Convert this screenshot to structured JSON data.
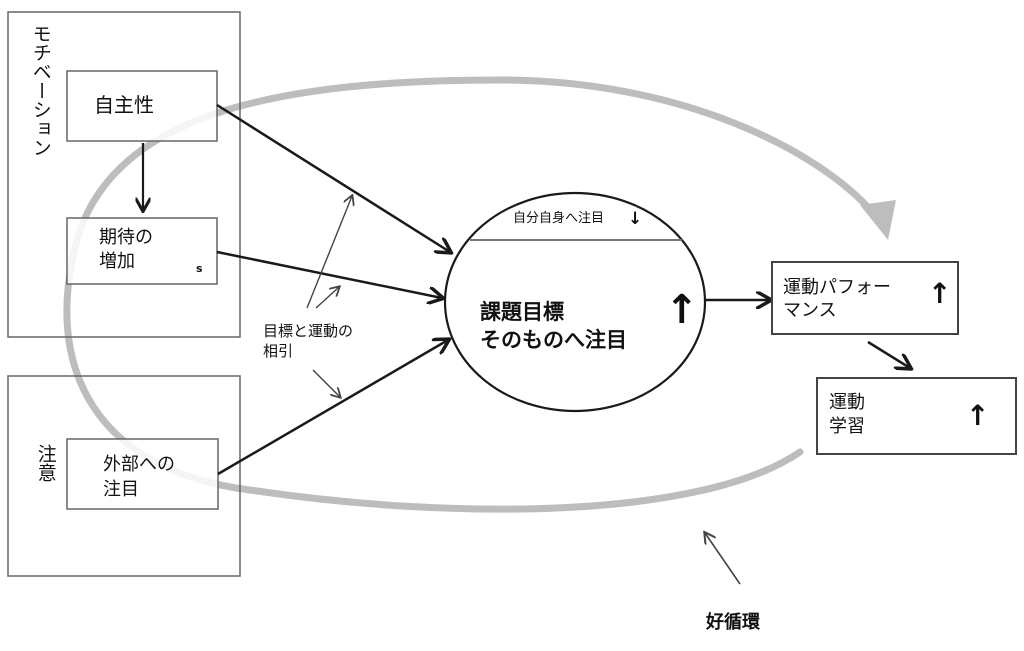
{
  "groups": {
    "motivation": {
      "title": "モチベーション",
      "items": [
        "自主性",
        "期待の\n増加"
      ],
      "stray_mark": "s"
    },
    "attention": {
      "title": "注意",
      "items": [
        "外部への\n注目"
      ]
    }
  },
  "annotation": {
    "text": "目標と運動の\n相引"
  },
  "center": {
    "top_label": "自分自身へ注目",
    "top_direction": "down",
    "main_label": "課題目標\nそのものへ注目",
    "main_direction": "up"
  },
  "outcomes": [
    {
      "label": "運動パフォー\nマンス",
      "direction": "up"
    },
    {
      "label": "運動\n学習",
      "direction": "up"
    }
  ],
  "cycle": {
    "label": "好循環"
  },
  "icons": {
    "up": "↑",
    "down": "↓"
  },
  "colors": {
    "line": "#1a1a1a",
    "box_border": "#666666",
    "cycle": "#bdbdbd"
  }
}
